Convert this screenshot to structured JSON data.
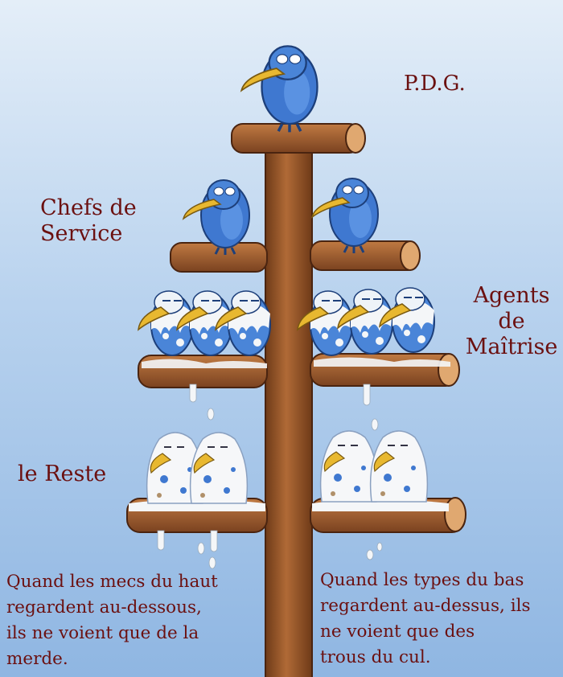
{
  "labels": {
    "top": "P.D.G.",
    "level2": "Chefs de\nService",
    "level3": "Agents\nde\nMaîtrise",
    "bottom": "le Reste"
  },
  "captions": {
    "left": "Quand les mecs du haut\nregardent au-dessous,\nils ne voient que de la\nmerde.",
    "right": "Quand les types du bas\nregardent au-dessus, ils\nne voient que des\ntrous du cul."
  },
  "colors": {
    "text": "#6b1010",
    "sky_top": "#e4eef8",
    "sky_bottom": "#8fb6e2",
    "wood": "#9a5a2e",
    "bird_blue": "#3f78d0",
    "beak": "#e8b830",
    "droppings": "#f4f6f8"
  }
}
